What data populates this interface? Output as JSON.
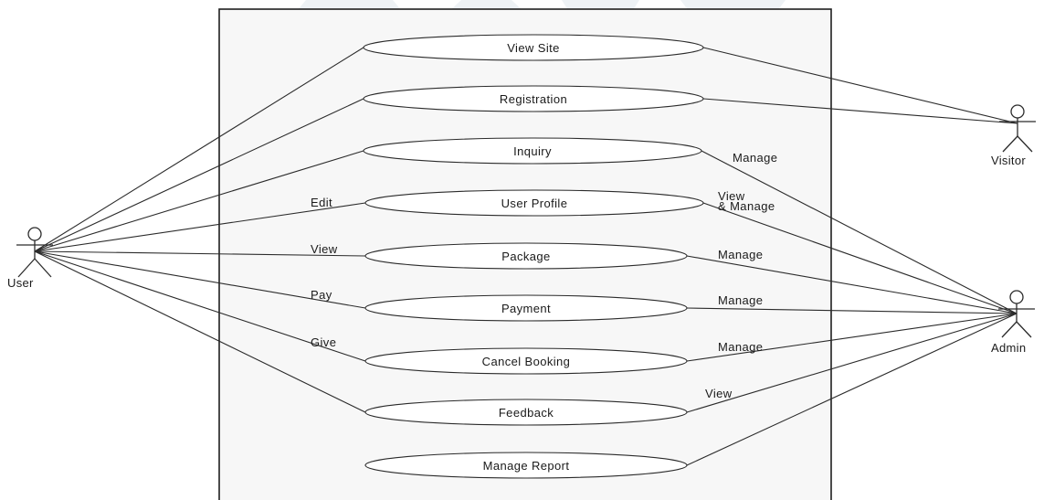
{
  "actors": {
    "user": "User",
    "visitor": "Visitor",
    "admin": "Admin"
  },
  "use_cases": [
    "View Site",
    "Registration",
    "Inquiry",
    "User Profile",
    "Package",
    "Payment",
    "Cancel Booking",
    "Feedback",
    "Manage Report"
  ],
  "user_edge_labels": {
    "user_profile": "Edit",
    "package": "View",
    "payment": "Pay",
    "cancel_booking": "Give"
  },
  "admin_edge_labels": {
    "inquiry": "Manage",
    "user_profile_line1": "View",
    "user_profile_line2": "& Manage",
    "package": "Manage",
    "payment": "Manage",
    "cancel_booking": "Manage",
    "feedback": "View"
  }
}
